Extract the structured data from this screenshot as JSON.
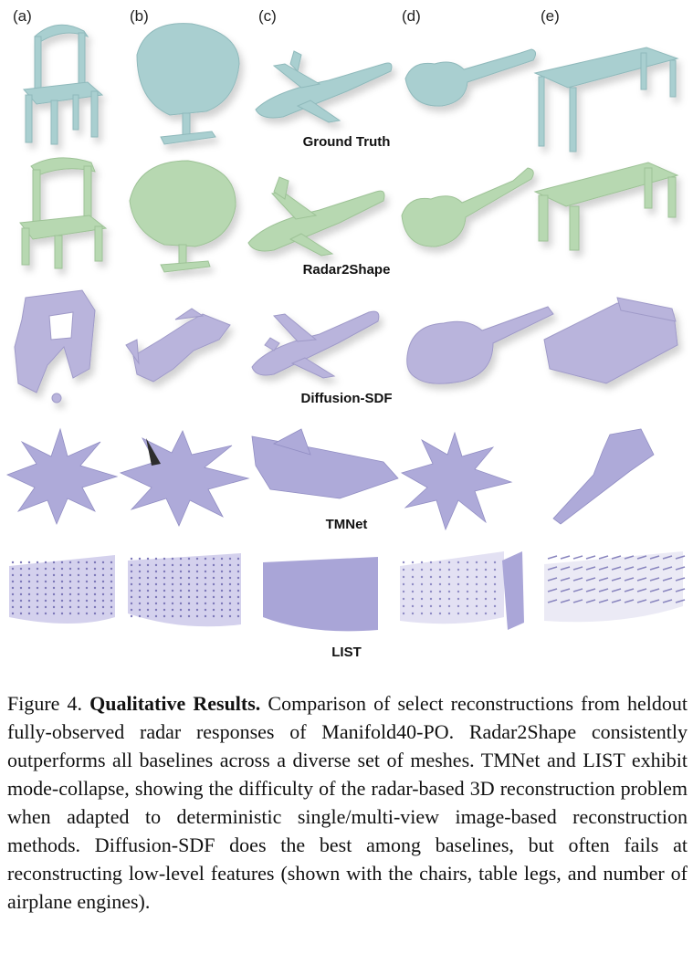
{
  "columns": [
    "(a)",
    "(b)",
    "(c)",
    "(d)",
    "(e)"
  ],
  "rows": [
    "Ground Truth",
    "Radar2Shape",
    "Diffusion-SDF",
    "TMNet",
    "LIST"
  ],
  "colors": {
    "ground_truth": "#a9cfd0",
    "radar2shape": "#b7d8b1",
    "diffusion_sdf": "#b9b4dc",
    "tmnet": "#aaa6d8",
    "list": "#a8a4d4"
  },
  "caption": {
    "figure_label": "Figure 4.",
    "title": "Qualitative Results.",
    "body": "Comparison of select reconstructions from heldout fully-observed radar responses of Manifold40-PO. Radar2Shape consistently outperforms all baselines across a diverse set of meshes. TMNet and LIST exhibit mode-collapse, showing the difficulty of the radar-based 3D reconstruction problem when adapted to deterministic single/multi-view image-based reconstruction methods. Diffusion-SDF does the best among baselines, but often fails at reconstructing low-level features (shown with the chairs, table legs, and number of airplane engines)."
  }
}
